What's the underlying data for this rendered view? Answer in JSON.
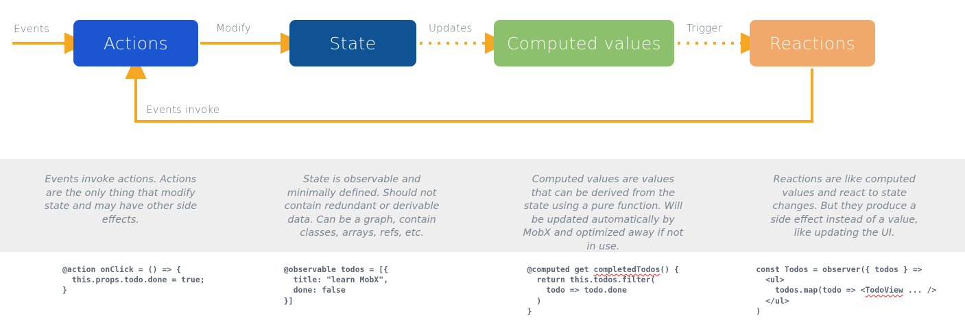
{
  "diagram": {
    "title": "MobX core concepts flow",
    "colors": {
      "actions": "#1b56d0",
      "state": "#0f5394",
      "computed": "#8cc06c",
      "reactions": "#f0a96a",
      "arrow": "#f5a623",
      "band_background": "#eeeeee",
      "description_text": "#7b8794",
      "code_text": "#5a6573",
      "spellcheck_underline": "#e04a3f"
    },
    "nodes": [
      {
        "id": "actions",
        "label": "Actions"
      },
      {
        "id": "state",
        "label": "State"
      },
      {
        "id": "computed",
        "label": "Computed values"
      },
      {
        "id": "reactions",
        "label": "Reactions"
      }
    ],
    "edges": [
      {
        "id": "events",
        "label": "Events",
        "style": "solid",
        "from": "input",
        "to": "actions"
      },
      {
        "id": "modify",
        "label": "Modify",
        "style": "solid",
        "from": "actions",
        "to": "state"
      },
      {
        "id": "updates",
        "label": "Updates",
        "style": "dotted",
        "from": "state",
        "to": "computed"
      },
      {
        "id": "trigger",
        "label": "Trigger",
        "style": "dotted",
        "from": "computed",
        "to": "reactions"
      },
      {
        "id": "events-invoke",
        "label": "Events invoke",
        "style": "solid",
        "from": "reactions",
        "to": "actions"
      }
    ]
  },
  "descriptions": [
    {
      "id": "actions",
      "text": "Events invoke actions. Actions are the only thing that modify state and may have other side effects."
    },
    {
      "id": "state",
      "text": "State is observable and minimally defined. Should not contain redundant or derivable data. Can be a graph, contain classes, arrays, refs, etc."
    },
    {
      "id": "computed",
      "text": "Computed values are values that can be derived from the state using a pure function. Will be updated automatically by MobX and optimized away if not in use."
    },
    {
      "id": "reactions",
      "text": "Reactions are like computed values and react to state changes. But they produce a side effect instead of a value, like updating the UI."
    }
  ],
  "code_samples": [
    {
      "id": "actions",
      "code": "@action onClick = () => {\n  this.props.todo.done = true;\n}"
    },
    {
      "id": "state",
      "code": "@observable todos = [{\n  title: \"learn MobX\",\n  done: false\n}]"
    },
    {
      "id": "computed",
      "line1_pre": "@computed get ",
      "line1_misspelled": "completedTodos",
      "line1_post": "() {",
      "rest": "  return this.todos.filter(\n    todo => todo.done\n  )\n}"
    },
    {
      "id": "reactions",
      "line1": "const Todos = observer({ todos } =>",
      "line2": "  <ul>",
      "line3_pre": "    todos.map(todo => <",
      "line3_misspelled": "TodoView",
      "line3_post": " ... />",
      "line4": "  </ul>",
      "line5": ")"
    }
  ]
}
